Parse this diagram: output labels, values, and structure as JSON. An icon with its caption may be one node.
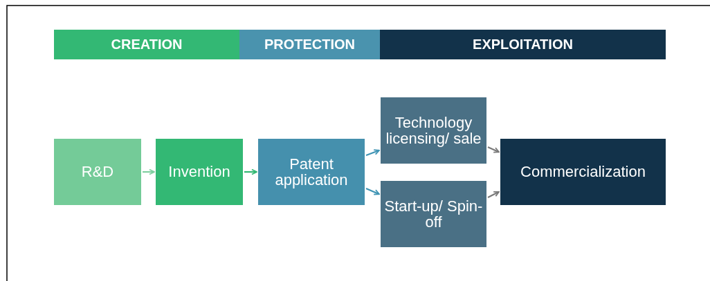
{
  "diagram": {
    "nodes": [
      {
        "text": [
          "CREATION"
        ]
      },
      {
        "text": [
          "PROTECTION"
        ]
      },
      {
        "text": [
          "EXPLOITATION"
        ]
      },
      {
        "text": [
          "R&D"
        ]
      },
      {
        "text": [
          "Invention"
        ]
      },
      {
        "text": [
          "Patent application"
        ]
      },
      {
        "text": [
          "Technology licensing/ sale"
        ]
      },
      {
        "text": [
          "Start-up/ Spin-off"
        ]
      },
      {
        "text": [
          "Commercialization"
        ]
      }
    ],
    "edges": [
      {
        "from": 3,
        "to": 4,
        "arrow": "to",
        "color": "#7fcf9f"
      },
      {
        "from": 4,
        "to": 5,
        "arrow": "to",
        "color": "#33b874"
      },
      {
        "from": 5,
        "to": 6,
        "arrow": "to",
        "color": "#3f94b4"
      },
      {
        "from": 5,
        "to": 7,
        "arrow": "to",
        "color": "#3f94b4"
      },
      {
        "from": 6,
        "to": 8,
        "arrow": "to"
      },
      {
        "from": 7,
        "to": 8,
        "arrow": "to"
      }
    ]
  }
}
